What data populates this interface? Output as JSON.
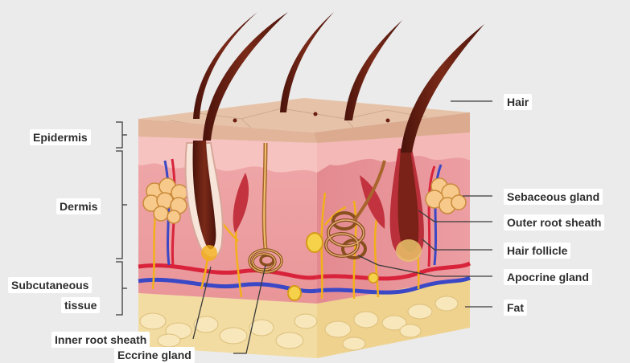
{
  "diagram": {
    "left_labels": {
      "epidermis": "Epidermis",
      "dermis": "Dermis",
      "subcutaneous_line1": "Subcutaneous",
      "subcutaneous_line2": "tissue"
    },
    "right_labels": {
      "hair": "Hair",
      "sebaceous_gland": "Sebaceous gland",
      "outer_root_sheath": "Outer root sheath",
      "hair_follicle": "Hair follicle",
      "apocrine_gland": "Apocrine gland",
      "fat": "Fat"
    },
    "bottom_labels": {
      "inner_root_sheath": "Inner root sheath",
      "eccrine_gland": "Eccrine gland"
    },
    "colors": {
      "background": "#ebebeb",
      "epidermis_top": "#e6c3a8",
      "dermis": "#eaa0a3",
      "dermis_dark": "#d9777e",
      "fat": "#f3dca2",
      "hair": "#6b1f12",
      "nerve": "#f2b019",
      "artery": "#d8233b",
      "vein": "#3b48c6",
      "gland": "#a7652c"
    }
  }
}
